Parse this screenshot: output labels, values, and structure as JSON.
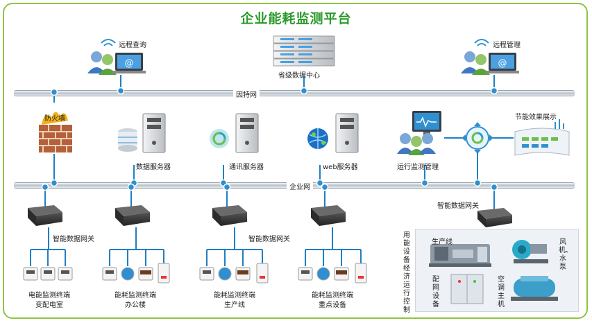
{
  "title": "企业能耗监测平台",
  "nodes": {
    "remote_query": "远程查询",
    "provincial_center": "省级数据中心",
    "remote_manage": "远程管理",
    "firewall": "防火墙",
    "data_server": "数据服务器",
    "comm_server": "通讯服务器",
    "web_server": "web服务器",
    "ops_monitor": "运行监测管理",
    "energy_show": "节能效果展示",
    "gateway_1": "智能数据网关",
    "gateway_2": "智能数据网关",
    "gateway_3": "智能数据网关",
    "terminal_1a": "电能监测终端",
    "terminal_1b": "变配电室",
    "terminal_2a": "能耗监测终端",
    "terminal_2b": "办公楼",
    "terminal_3a": "能耗监测终端",
    "terminal_3b": "生产线",
    "terminal_4a": "能耗监测终端",
    "terminal_4b": "重点设备",
    "equipment_side": "用能设备经济运行控制",
    "prod_line": "生产线",
    "fan_pump": "风机、水泵",
    "dist_equip": "配网设备",
    "ac_host": "空调主机"
  },
  "buses": {
    "internet": "因特网",
    "enterprise": "企业网"
  },
  "colors": {
    "title": "#2a9a2a",
    "frame": "#8cc63f",
    "node": "#2f8fd0",
    "line": "#1f7fc4"
  }
}
